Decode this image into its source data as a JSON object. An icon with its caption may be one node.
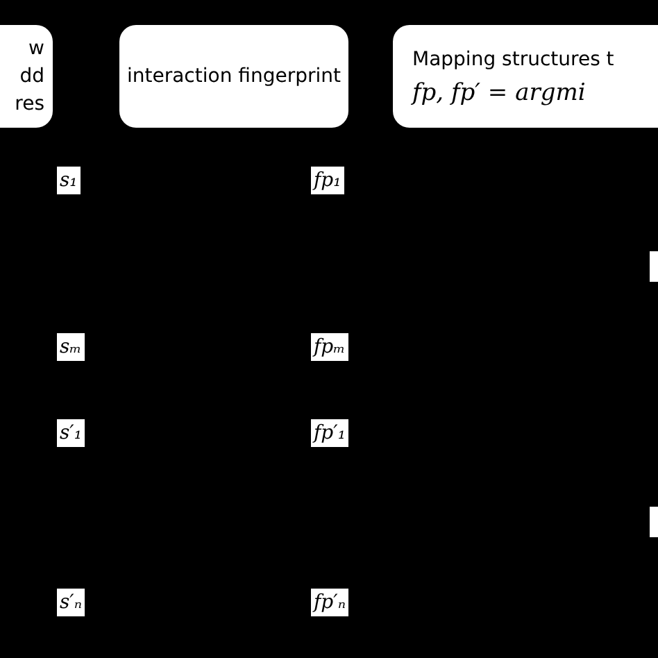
{
  "diagram": {
    "nodes": [
      {
        "text": [
          "w dd res"
        ]
      },
      {
        "text": [
          "interaction fingerprint"
        ]
      },
      {
        "text": [
          "Mapping structures t",
          "fp, fp′ = argmi"
        ]
      },
      {
        "text": [
          "s₁"
        ]
      },
      {
        "text": [
          "fp₁"
        ]
      },
      {
        "text": [],
        "shape": "box"
      },
      {
        "text": [
          "sₘ"
        ]
      },
      {
        "text": [
          "fpₘ"
        ]
      },
      {
        "text": [
          "s′₁"
        ]
      },
      {
        "text": [
          "fp′₁"
        ]
      },
      {
        "text": [],
        "shape": "box"
      },
      {
        "text": [
          "s′ₙ"
        ]
      },
      {
        "text": [
          "fp′ₙ"
        ]
      }
    ]
  }
}
